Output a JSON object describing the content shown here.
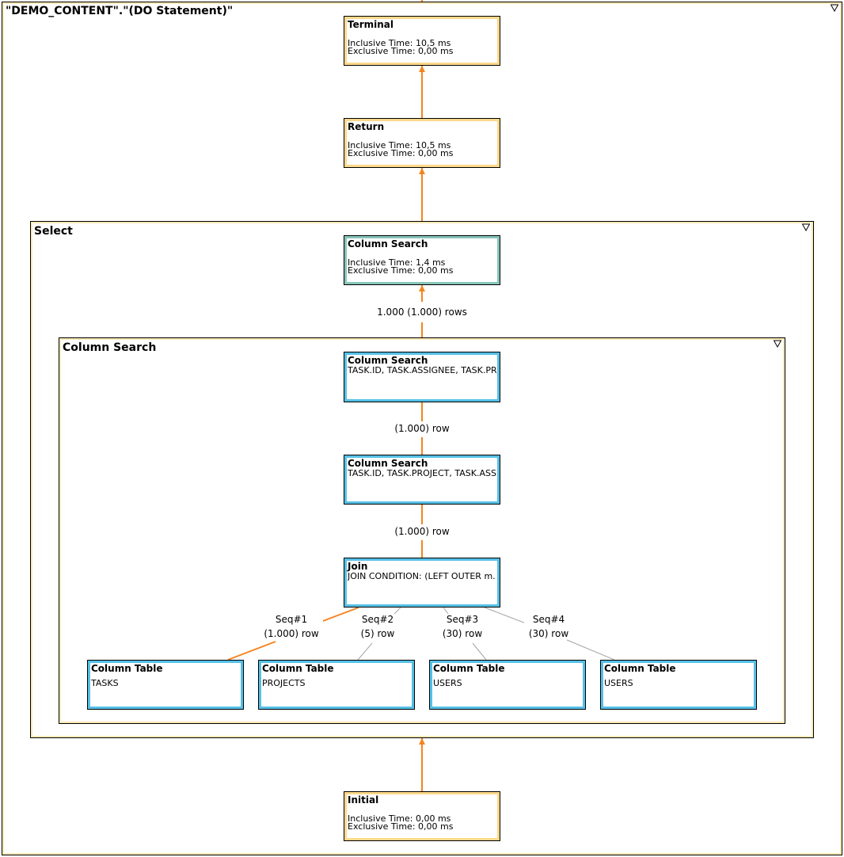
{
  "statement": {
    "title": "\"DEMO_CONTENT\".\"(DO Statement)\""
  },
  "groups": {
    "select": {
      "title": "Select"
    },
    "column_search": {
      "title": "Column Search"
    }
  },
  "nodes": {
    "terminal": {
      "title": "Terminal",
      "inclusive": "Inclusive Time: 10,5 ms",
      "exclusive": "Exclusive Time: 0,00 ms"
    },
    "return": {
      "title": "Return",
      "inclusive": "Inclusive Time: 10,5 ms",
      "exclusive": "Exclusive Time: 0,00 ms"
    },
    "select_column_search": {
      "title": "Column Search",
      "inclusive": "Inclusive Time: 1,4 ms",
      "exclusive": "Exclusive Time: 0,00 ms"
    },
    "cs_1": {
      "title": "Column Search",
      "detail": "TASK.ID, TASK.ASSIGNEE, TASK.PR..."
    },
    "cs_2": {
      "title": "Column Search",
      "detail": "TASK.ID, TASK.PROJECT, TASK.ASSI..."
    },
    "join": {
      "title": "Join",
      "detail": "JOIN CONDITION: (LEFT OUTER m..."
    },
    "table_tasks": {
      "title": "Column Table",
      "detail": "TASKS"
    },
    "table_projects": {
      "title": "Column Table",
      "detail": "PROJECTS"
    },
    "table_users_1": {
      "title": "Column Table",
      "detail": "USERS"
    },
    "table_users_2": {
      "title": "Column Table",
      "detail": "USERS"
    },
    "initial": {
      "title": "Initial",
      "inclusive": "Inclusive Time: 0,00 ms",
      "exclusive": "Exclusive Time: 0,00 ms"
    }
  },
  "edges": {
    "select_out": "1.000 (1.000) rows",
    "cs1_to_cs0": "(1.000) row",
    "cs2_to_cs1": "(1.000) row",
    "seq1": {
      "seq": "Seq#1",
      "rows": "(1.000) row"
    },
    "seq2": {
      "seq": "Seq#2",
      "rows": "(5) row"
    },
    "seq3": {
      "seq": "Seq#3",
      "rows": "(30) row"
    },
    "seq4": {
      "seq": "Seq#4",
      "rows": "(30) row"
    }
  },
  "colors": {
    "orange_edge": "#f5841f",
    "gray_edge": "#a6a6a6",
    "orange_border": "#fcd88a",
    "teal_border": "#86c5b9",
    "cyan_border": "#56c0e6"
  },
  "icons": {
    "collapse": "triangle-down-icon"
  }
}
